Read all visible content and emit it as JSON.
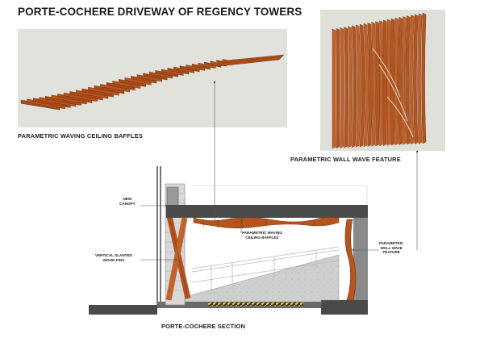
{
  "title": "PORTE-COCHERE DRIVEWAY OF REGENCY TOWERS",
  "captions": {
    "ceiling": "PARAMETRIC WAVING CEILING BAFFLES",
    "wall": "PARAMETRIC WALL WAVE FEATURE",
    "section": "PORTE-COCHERE SECTION"
  },
  "annotations": {
    "canopy": [
      "NEW",
      "CANOPY"
    ],
    "fins": [
      "VERTICAL SLANTED",
      "WOOD FINS"
    ],
    "baffles": [
      "PARAMETRIC WAVING",
      "CEILING BAFFLES"
    ],
    "wall_wave": [
      "PARAMETRIC",
      "WALL WAVE",
      "FEATURE"
    ]
  },
  "colors": {
    "wood": "#b5541e",
    "wood_dark": "#7a3510",
    "panel_bg": "#e2e2dc",
    "slab": "#4a4a4a",
    "concrete": "#c9c9c9"
  }
}
